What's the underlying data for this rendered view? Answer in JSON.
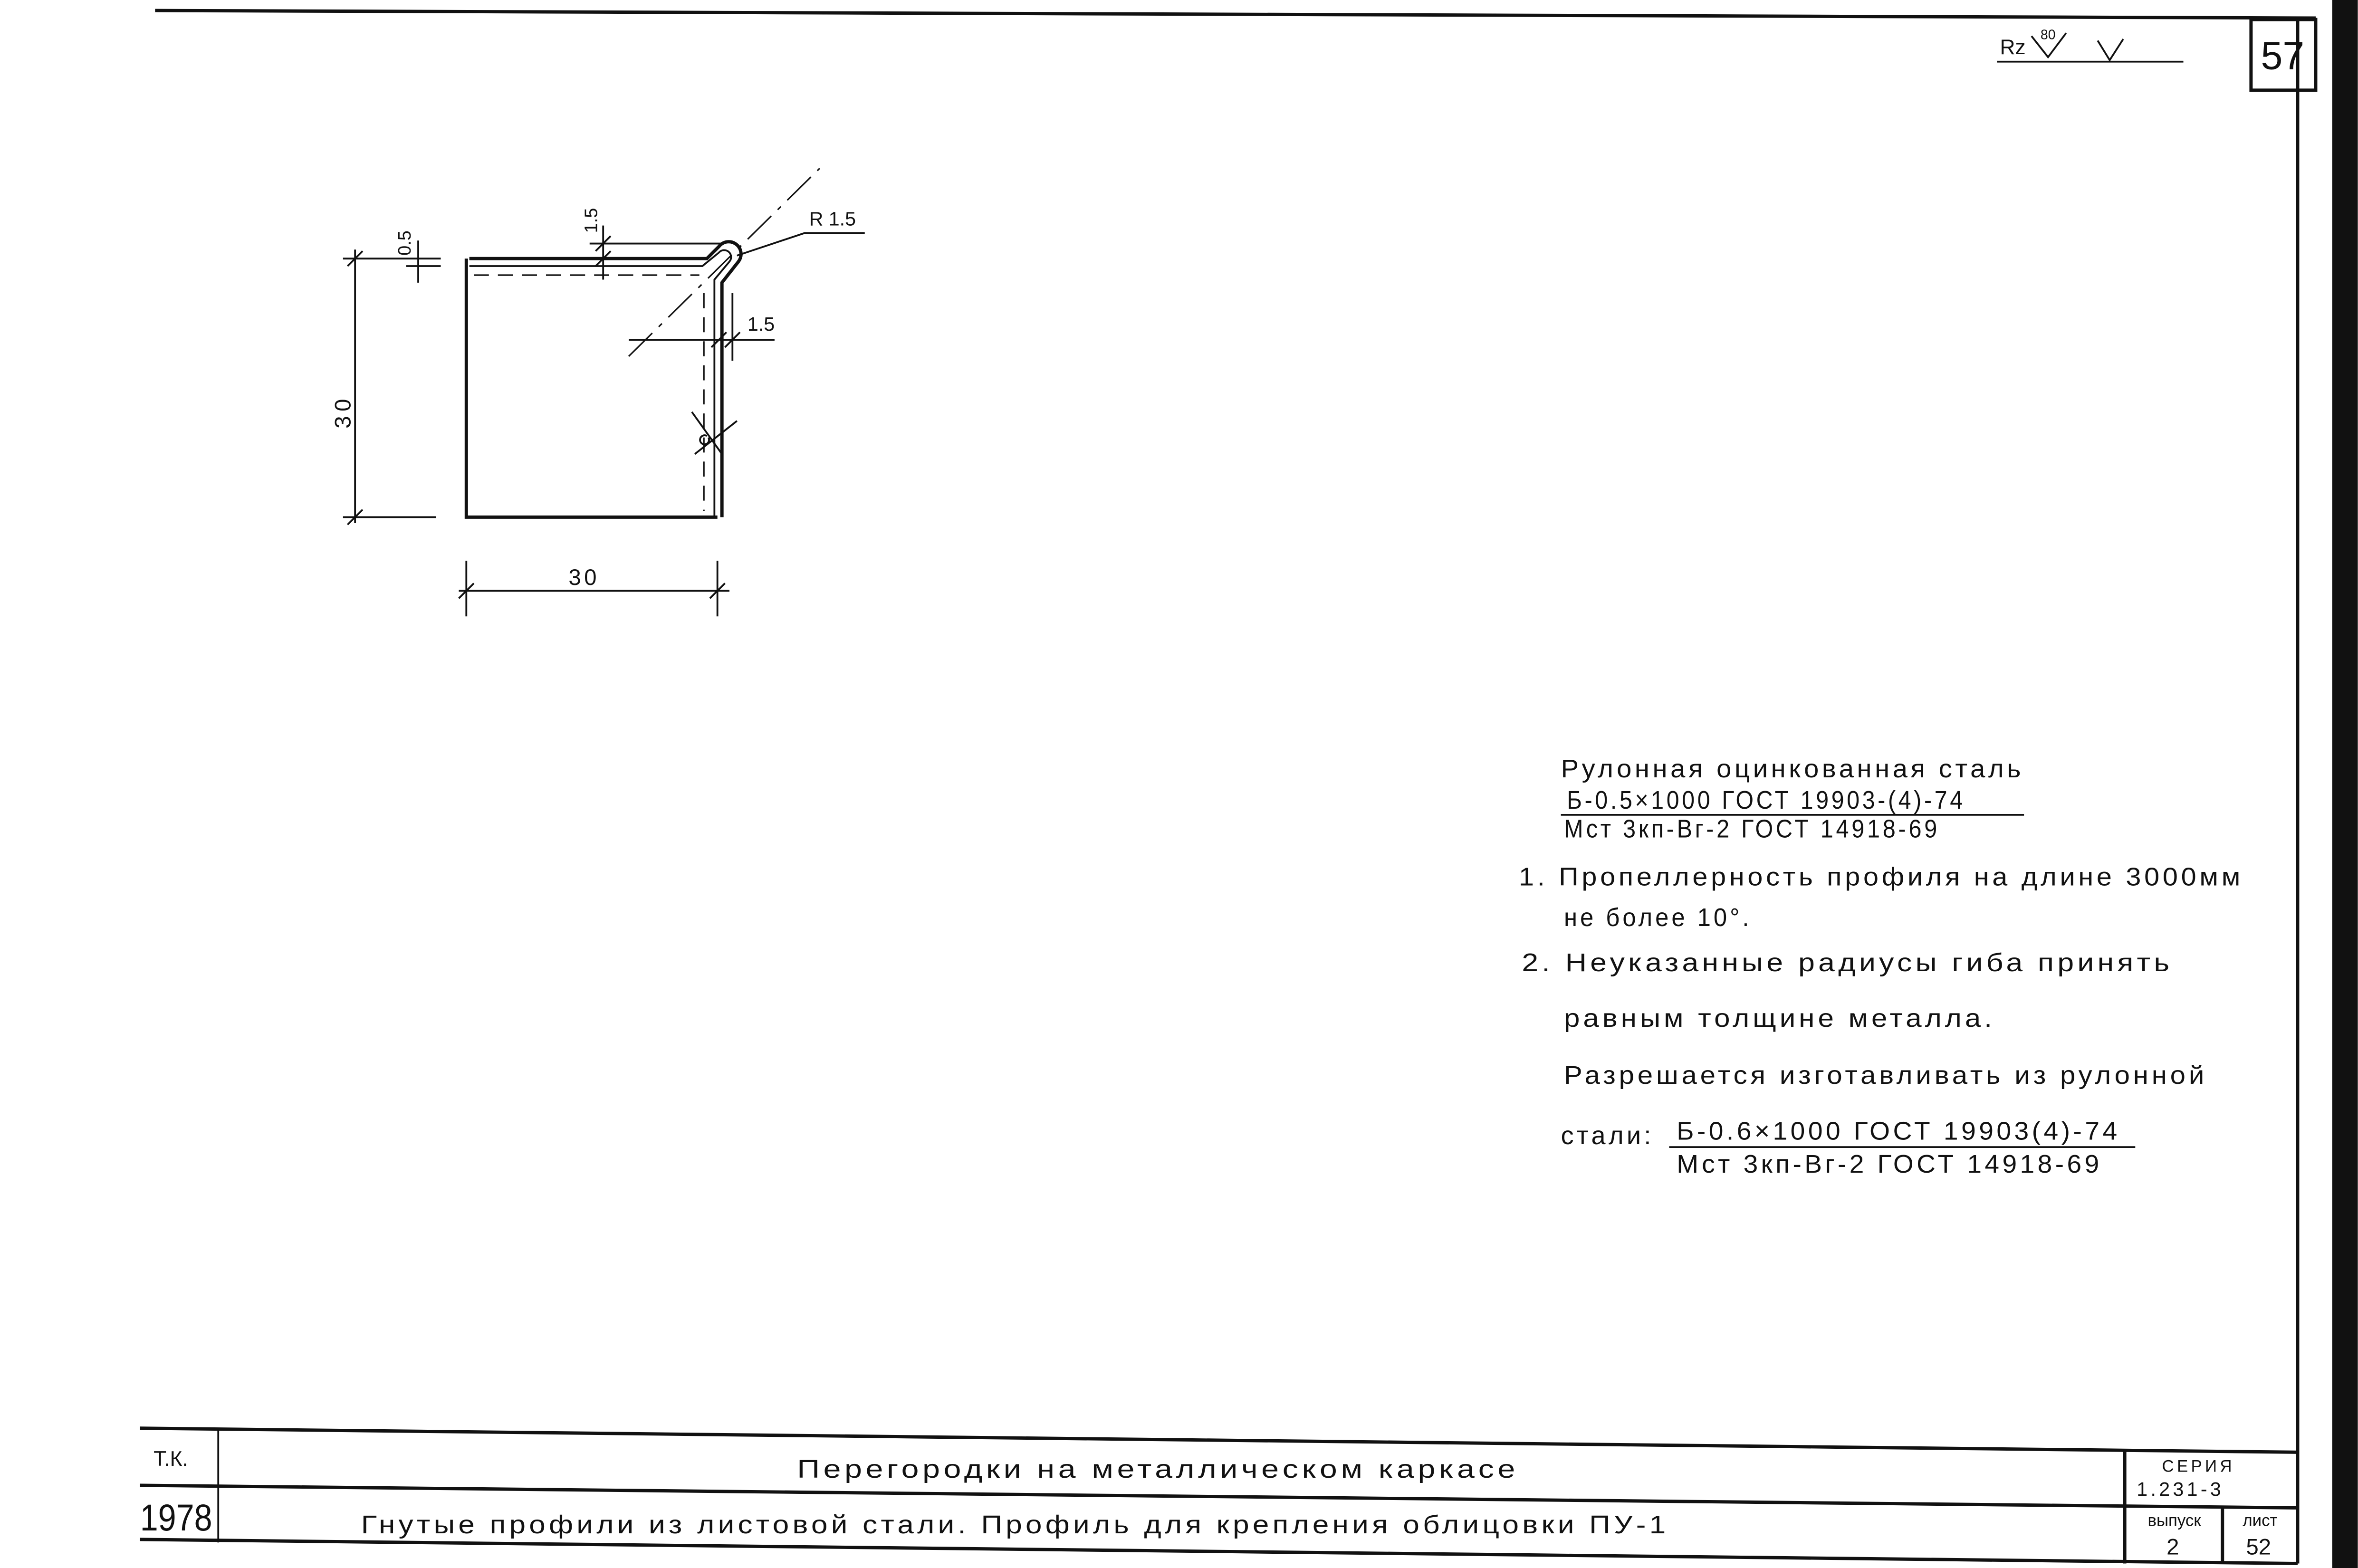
{
  "sheet": {
    "page_number": "57",
    "roughness": {
      "label": "Rz",
      "value": "80"
    }
  },
  "drawing": {
    "dim_thickness": "0.5",
    "dim_height": "30",
    "dim_width": "30",
    "dim_top_offset": "1.5",
    "dim_side_offset": "1.5",
    "radius_label": "R 1.5"
  },
  "notes": {
    "material_title": "Рулонная оцинкованная сталь",
    "material_numerator": "Б-0.5×1000 ГОСТ 19903-(4)-74",
    "material_denominator": "Мст 3кп-Вг-2 ГОСТ 14918-69",
    "note1_line1": "1. Пропеллерность профиля на длине 3000мм",
    "note1_line2": "не более 10°.",
    "note2_line1": "2. Неуказанные радиусы гиба принять",
    "note2_line2": "равным толщине металла.",
    "alt_line": "Разрешается изготавливать из рулонной",
    "alt_prefix": "стали:",
    "alt_numerator": "Б-0.6×1000 ГОСТ 19903(4)-74",
    "alt_denominator": "Мст 3кп-Вг-2 ГОСТ 14918-69"
  },
  "title_block": {
    "tk_label": "Т.К.",
    "year": "1978",
    "title_main": "Перегородки на металлическом каркасе",
    "title_sub": "Гнутые профили из листовой стали. Профиль для крепления облицовки ПУ-1",
    "series_label": "СЕРИЯ",
    "series_value": "1.231-3",
    "issue_label": "выпуск",
    "issue_value": "2",
    "sheet_label": "лист",
    "sheet_value": "52"
  }
}
